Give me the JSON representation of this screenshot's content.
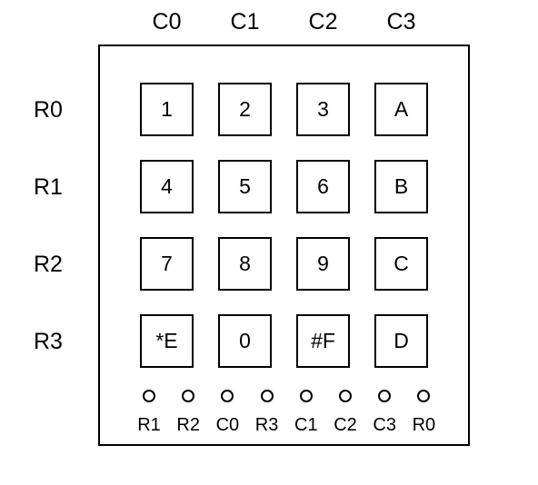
{
  "columns": [
    "C0",
    "C1",
    "C2",
    "C3"
  ],
  "rows": [
    "R0",
    "R1",
    "R2",
    "R3"
  ],
  "keys": [
    [
      "1",
      "2",
      "3",
      "A"
    ],
    [
      "4",
      "5",
      "6",
      "B"
    ],
    [
      "7",
      "8",
      "9",
      "C"
    ],
    [
      "*E",
      "0",
      "#F",
      "D"
    ]
  ],
  "pins": [
    "R1",
    "R2",
    "C0",
    "R3",
    "C1",
    "C2",
    "C3",
    "R0"
  ]
}
